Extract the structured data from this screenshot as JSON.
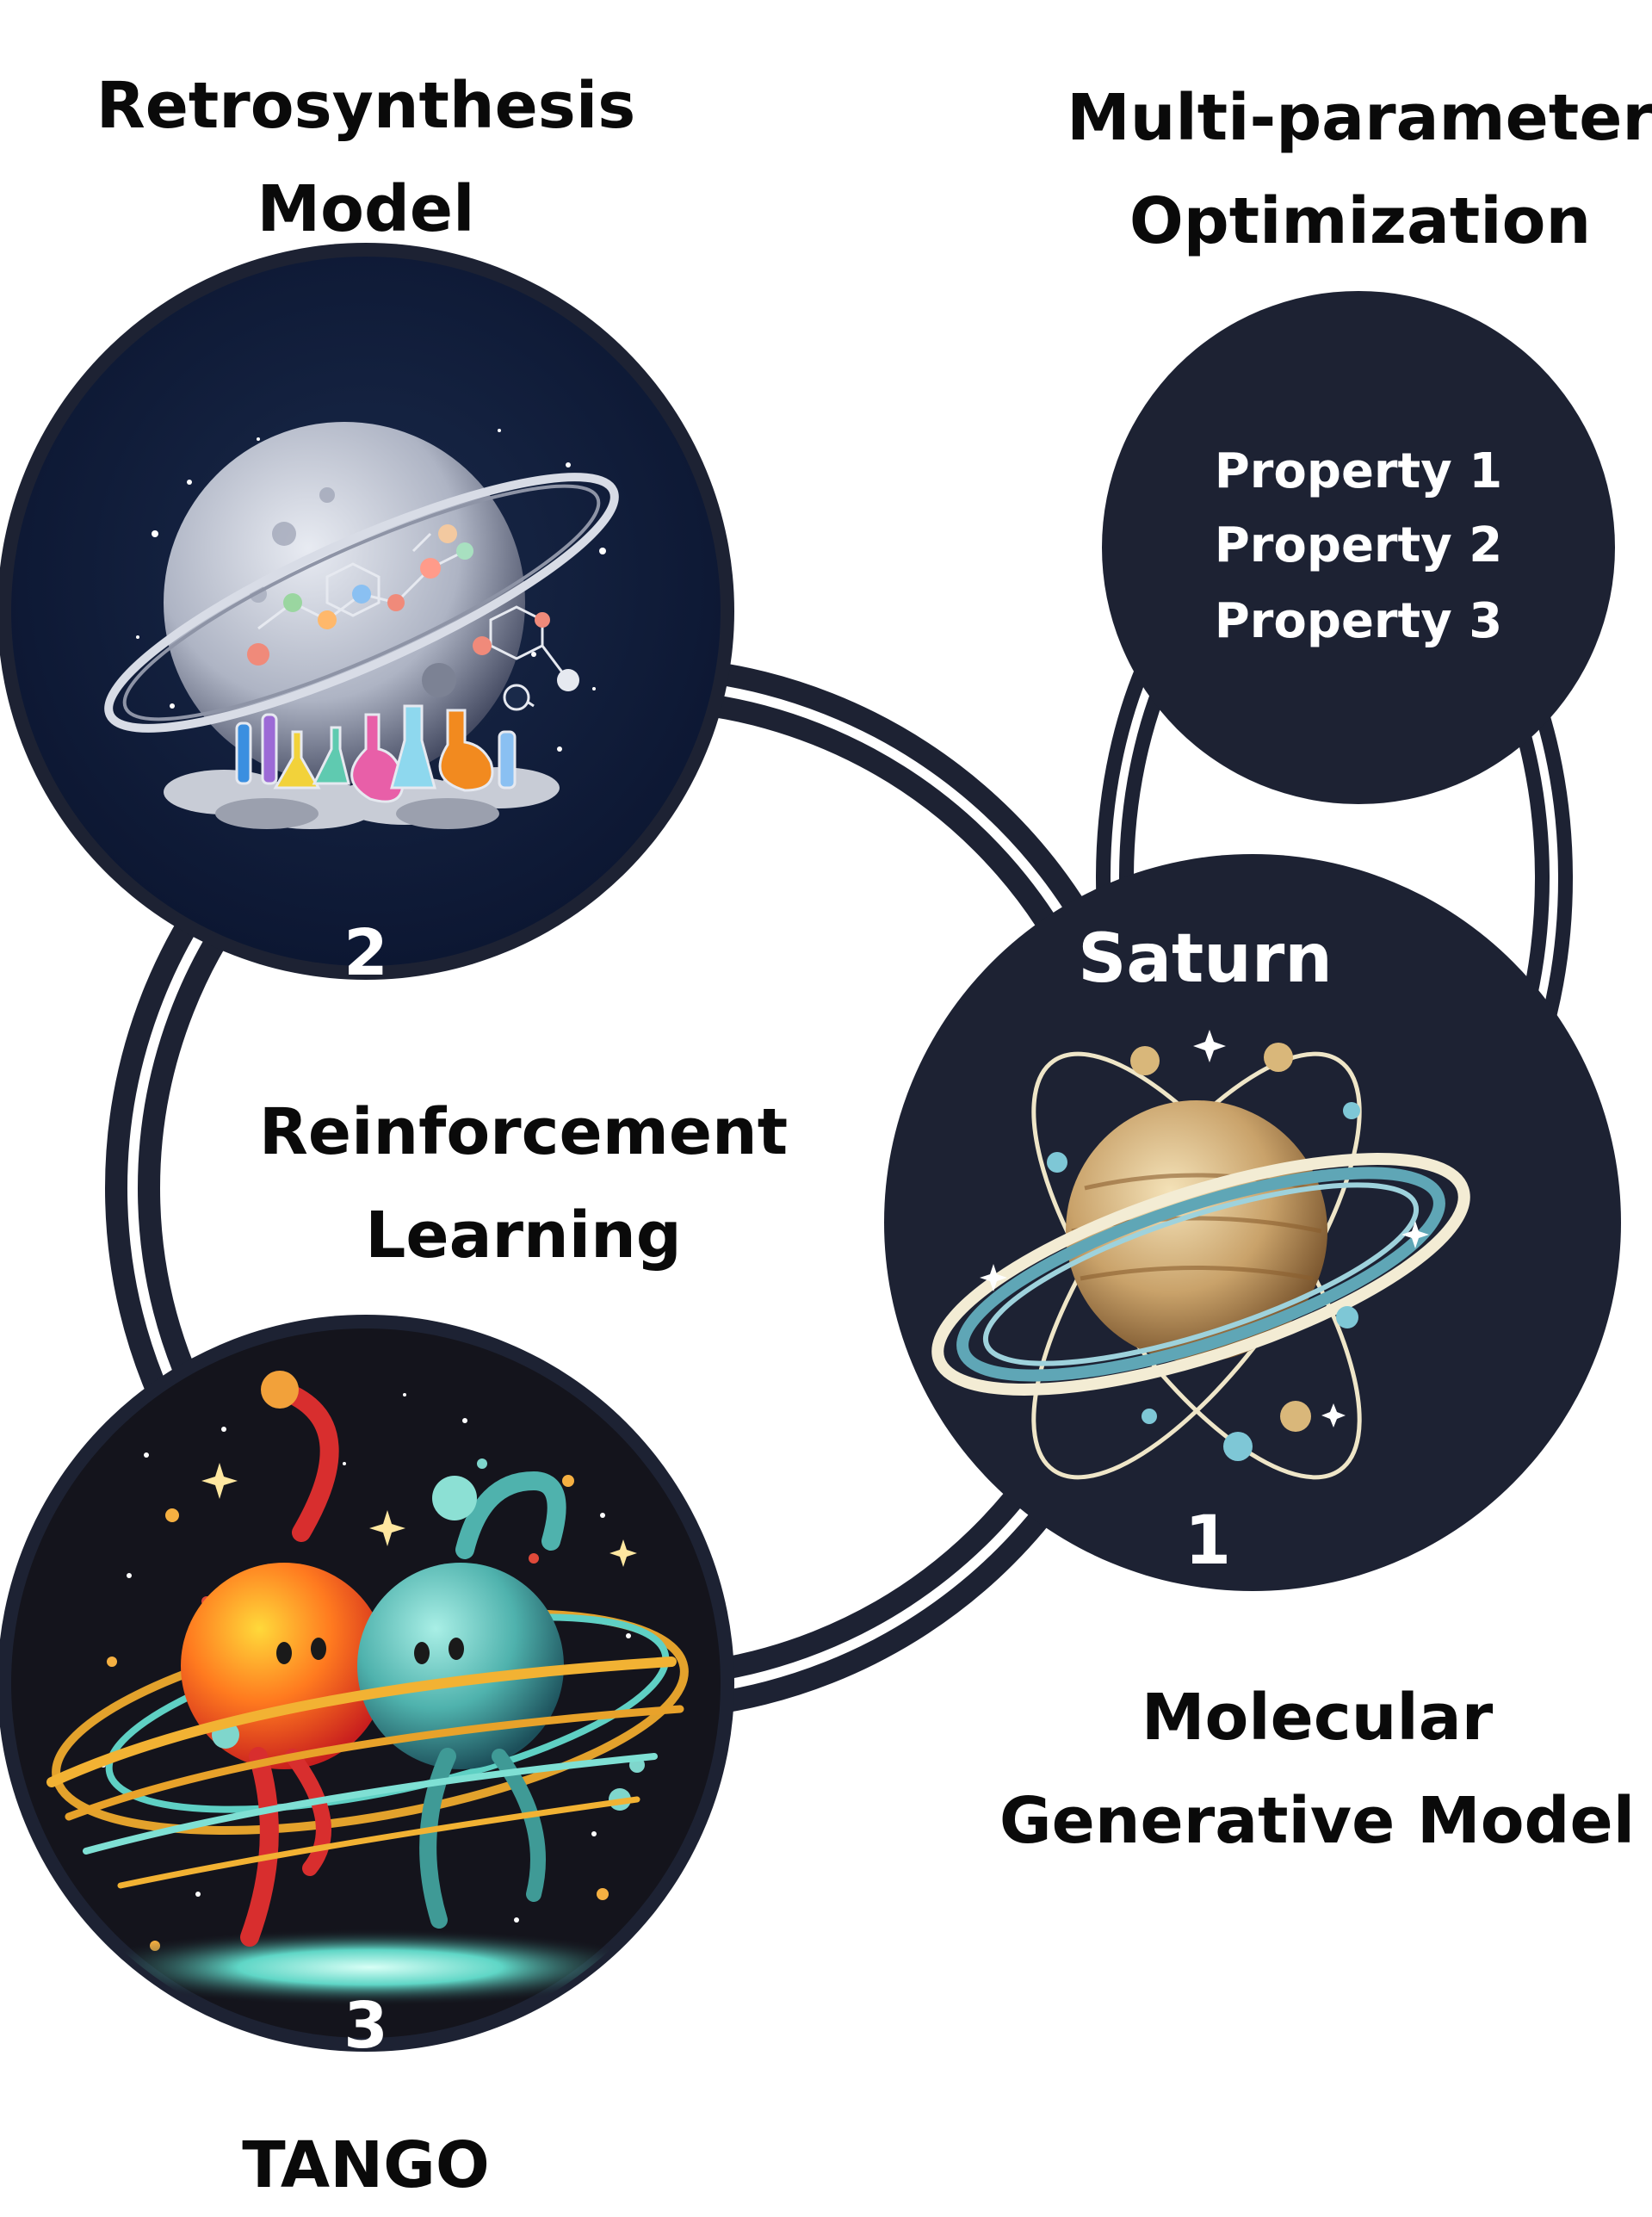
{
  "labels": {
    "retro_title_line1": "Retrosynthesis",
    "retro_title_line2": "Model",
    "mpo_title_line1": "Multi-parameter",
    "mpo_title_line2": "Optimization",
    "rl_line1": "Reinforcement",
    "rl_line2": "Learning",
    "molgen_line1": "Molecular",
    "molgen_line2": "Generative Model",
    "tango": "TANGO",
    "saturn": "Saturn"
  },
  "properties": [
    "Property 1",
    "Property 2",
    "Property 3"
  ],
  "node_numbers": {
    "saturn": "1",
    "retro": "2",
    "tango": "3"
  },
  "colors": {
    "navy": "#1d2233",
    "deep_navy": "#0f1b33",
    "space_black": "#14141c",
    "white": "#ffffff"
  },
  "icons": {
    "retro": "planet-chemistry-lab-icon",
    "saturn": "saturn-atom-icon",
    "tango": "dancing-molecules-icon"
  }
}
